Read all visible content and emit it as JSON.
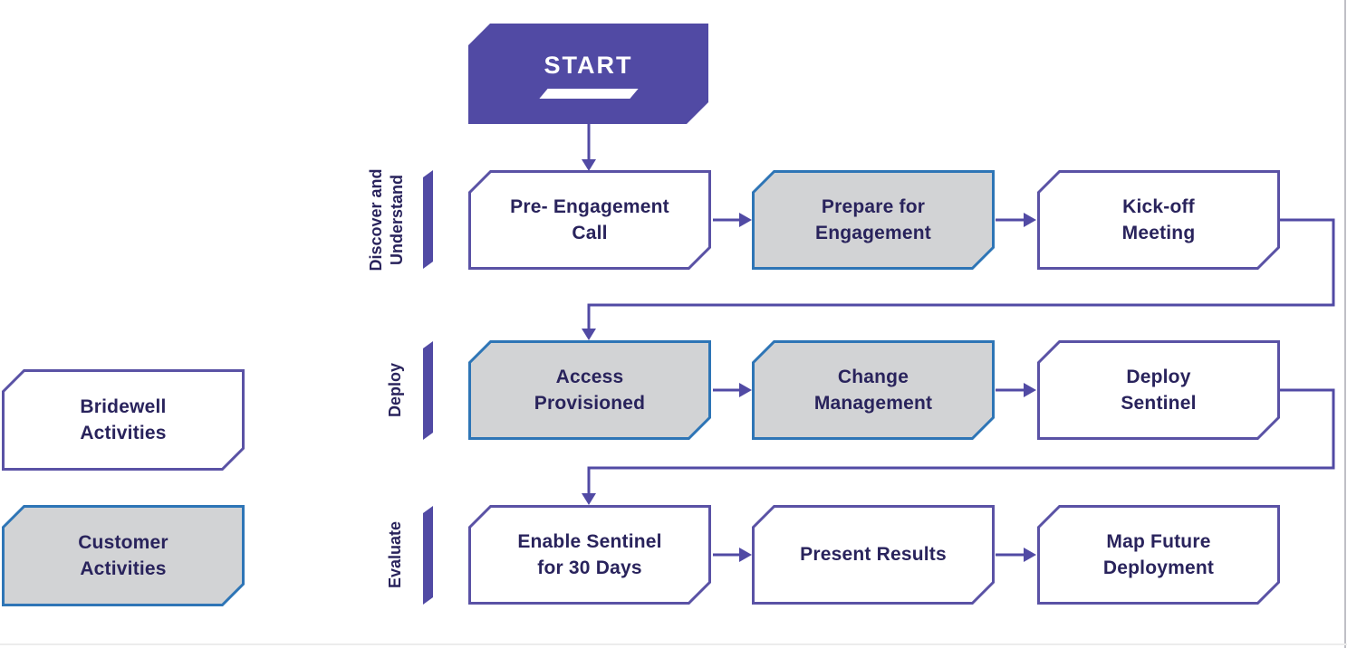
{
  "diagram": {
    "start": {
      "label": "START"
    },
    "lanes": [
      {
        "label": "Discover and\nUnderstand",
        "steps": [
          {
            "label": "Pre- Engagement\nCall",
            "actor": "bridewell"
          },
          {
            "label": "Prepare for\nEngagement",
            "actor": "customer"
          },
          {
            "label": "Kick-off\nMeeting",
            "actor": "bridewell"
          }
        ]
      },
      {
        "label": "Deploy",
        "steps": [
          {
            "label": "Access\nProvisioned",
            "actor": "customer"
          },
          {
            "label": "Change\nManagement",
            "actor": "customer"
          },
          {
            "label": "Deploy\nSentinel",
            "actor": "bridewell"
          }
        ]
      },
      {
        "label": "Evaluate",
        "steps": [
          {
            "label": "Enable Sentinel\nfor 30 Days",
            "actor": "bridewell"
          },
          {
            "label": "Present Results",
            "actor": "bridewell"
          },
          {
            "label": "Map Future\nDeployment",
            "actor": "bridewell"
          }
        ]
      }
    ],
    "legend": [
      {
        "label": "Bridewell\nActivities",
        "actor": "bridewell"
      },
      {
        "label": "Customer\nActivities",
        "actor": "customer"
      }
    ],
    "colors": {
      "purple": "#514AA4",
      "purple_border": "#5A52A5",
      "blue_border": "#2E75B6",
      "gray_fill": "#D2D3D5",
      "text_navy": "#29235C"
    }
  }
}
